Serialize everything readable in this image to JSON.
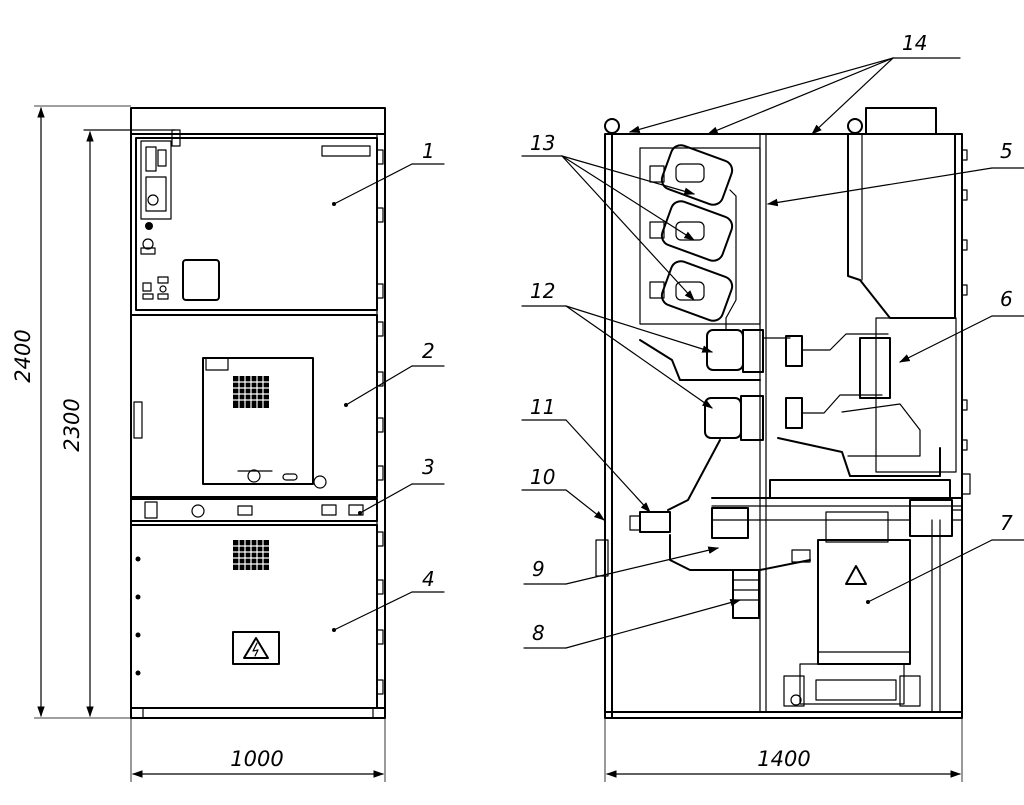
{
  "dimensions": {
    "front_height_total": "2400",
    "front_height_body": "2300",
    "front_width": "1000",
    "side_depth": "1400"
  },
  "callouts": [
    "1",
    "2",
    "3",
    "4",
    "5",
    "6",
    "7",
    "8",
    "9",
    "10",
    "11",
    "12",
    "13",
    "14"
  ]
}
